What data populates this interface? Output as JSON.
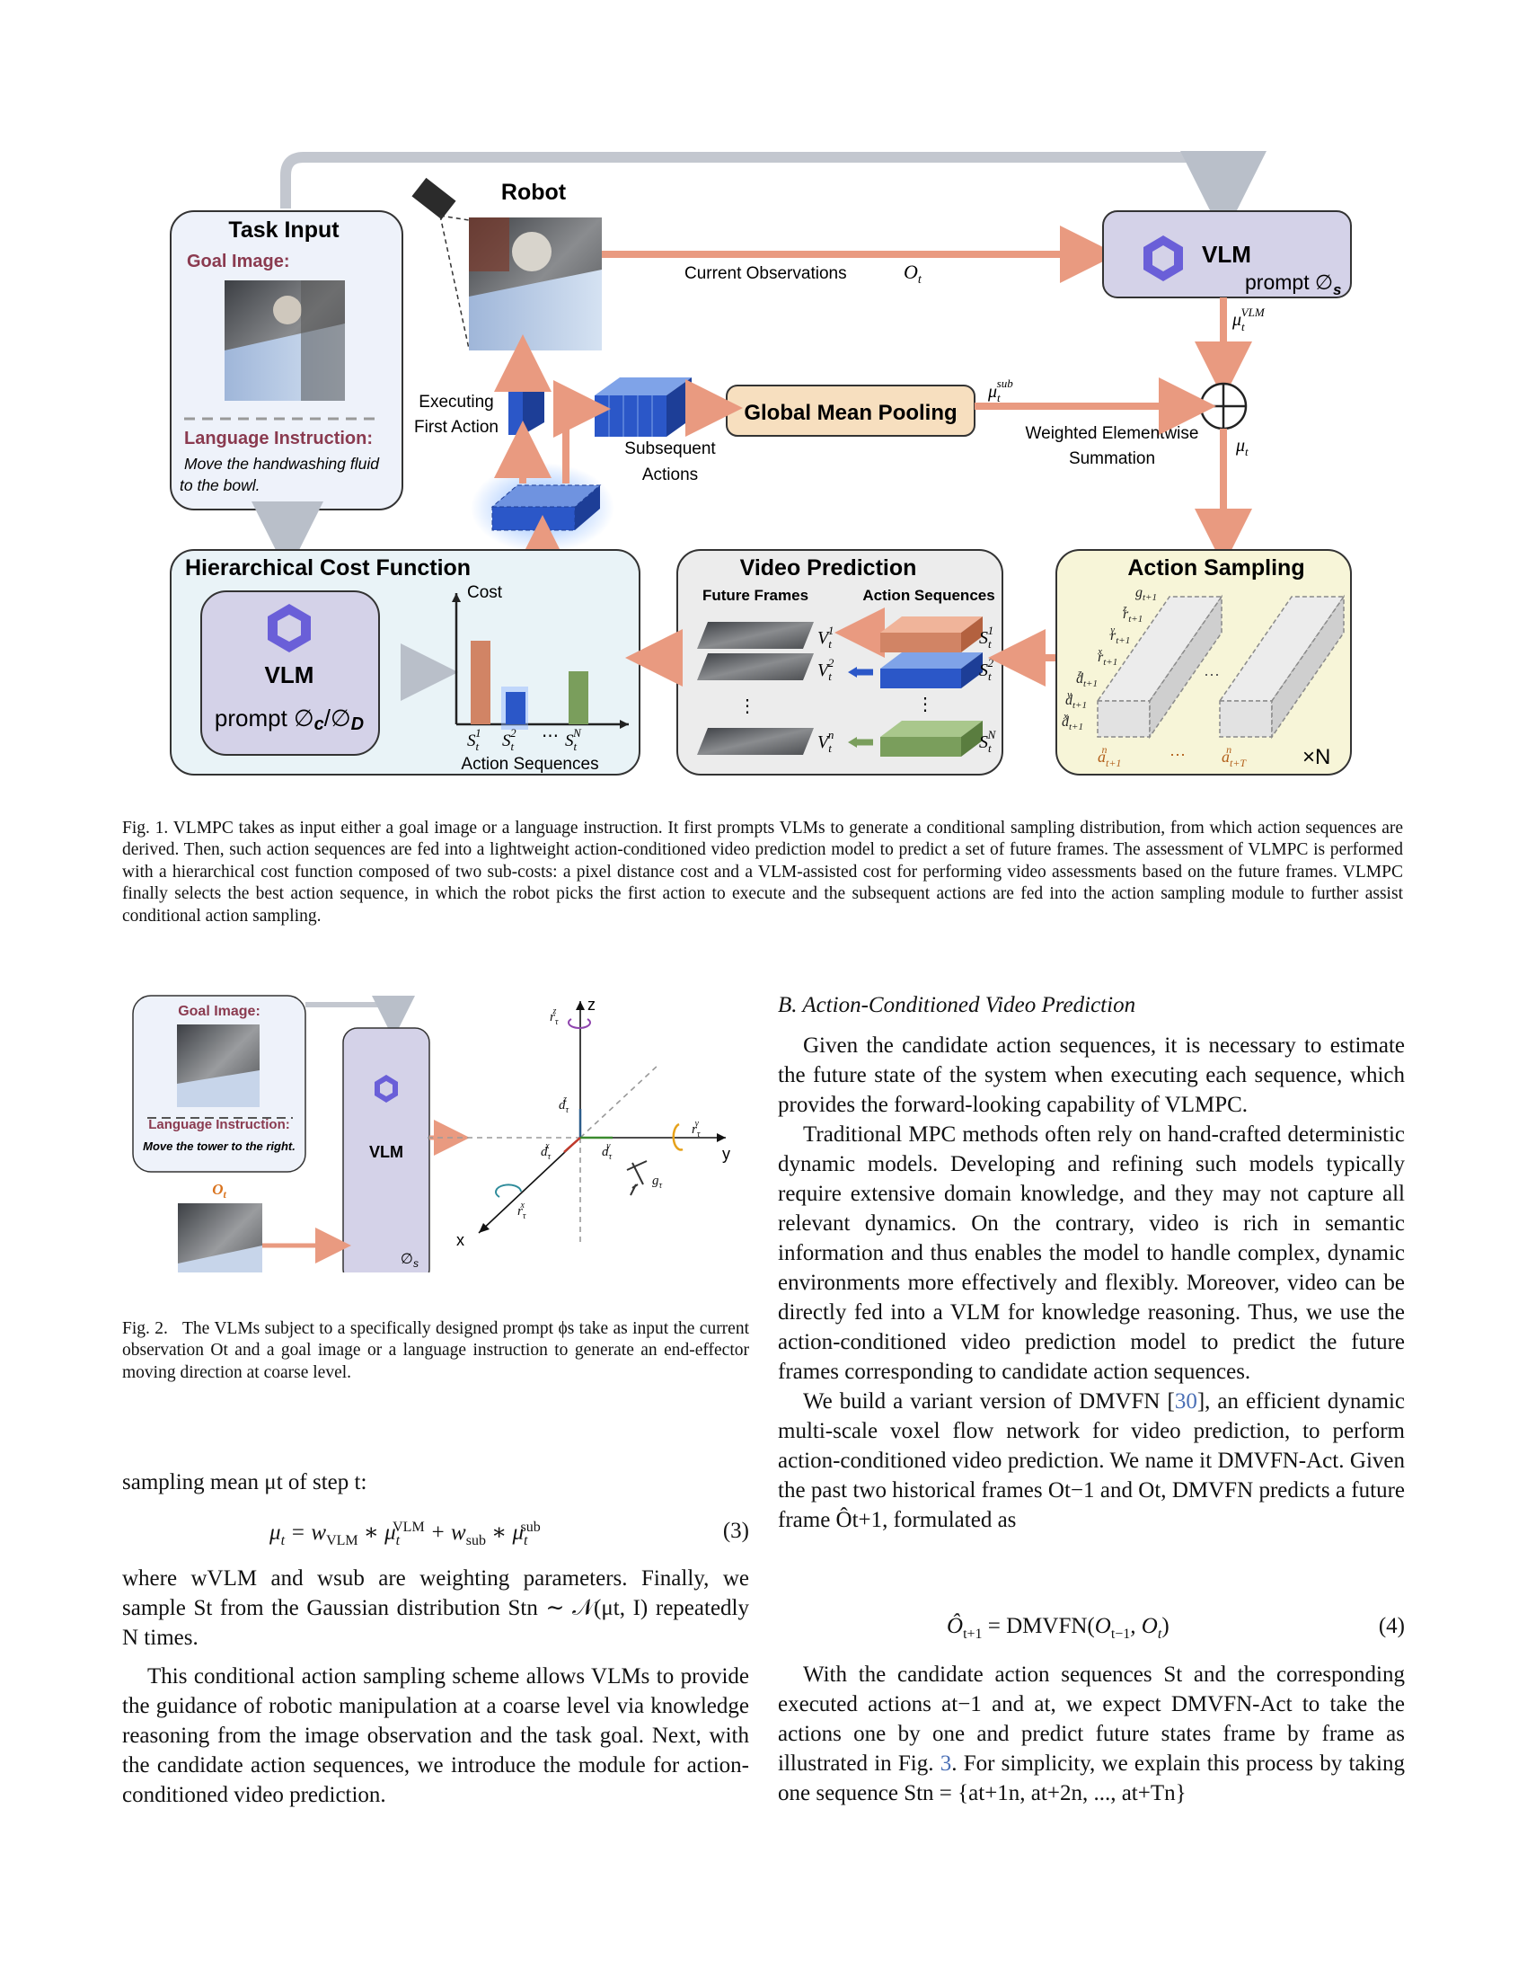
{
  "fig1": {
    "robot": "Robot",
    "task_input": "Task Input",
    "goal_image": "Goal Image:",
    "language_instruction": "Language Instruction:",
    "instruction_line1": "Move the handwashing fluid",
    "instruction_line2": "to the bowl.",
    "current_observations": "Current Observations",
    "vlm": "VLM",
    "prompt_s": "prompt ∅",
    "prompt_s_sub": "s",
    "executing_line1": "Executing",
    "executing_line2": "First Action",
    "subsequent_line1": "Subsequent",
    "subsequent_line2": "Actions",
    "global_mean_pooling": "Global Mean Pooling",
    "weighted_line1": "Weighted Elementwise",
    "weighted_line2": "Summation",
    "hierarchical_cost": "Hierarchical Cost Function",
    "cost": "Cost",
    "action_sequences": "Action Sequences",
    "prompt_cd": "prompt ∅",
    "video_prediction": "Video Prediction",
    "future_frames": "Future Frames",
    "action_sequences_col": "Action Sequences",
    "action_sampling": "Action Sampling",
    "times_n": "×N"
  },
  "fig1_caption": "Fig. 1.   VLMPC takes as input either a goal image or a language instruction. It first prompts VLMs to generate a conditional sampling distribution, from which action sequences are derived. Then, such action sequences are fed into a lightweight action-conditioned video prediction model to predict a set of future frames. The assessment of VLMPC is performed with a hierarchical cost function composed of two sub-costs: a pixel distance cost and a VLM-assisted cost for performing video assessments based on the future frames. VLMPC finally selects the best action sequence, in which the robot picks the first action to execute and the subsequent actions are fed into the action sampling module to further assist conditional action sampling.",
  "fig2": {
    "goal_image": "Goal Image:",
    "language_instruction": "Language Instruction:",
    "instruction": "Move the tower to the right.",
    "vlm": "VLM",
    "axis_x": "x",
    "axis_y": "y",
    "axis_z": "z"
  },
  "fig2_caption_prefix": "Fig. 2.",
  "fig2_caption": "The VLMs subject to a specifically designed prompt ϕs take as input the current observation Ot and a goal image or a language instruction to generate an end-effector moving direction at coarse level.",
  "left": {
    "p1": "sampling mean μt of step t:",
    "eq3_num": "(3)",
    "p2": "where wVLM and wsub are weighting parameters. Finally, we sample St from the Gaussian distribution Stn ∼ 𝒩(μt, I) repeatedly N times.",
    "p3": "This conditional action sampling scheme allows VLMs to provide the guidance of robotic manipulation at a coarse level via knowledge reasoning from the image observation and the task goal. Next, with the candidate action sequences, we introduce the module for action-conditioned video prediction."
  },
  "right": {
    "section": "B.  Action-Conditioned Video Prediction",
    "p1": "Given the candidate action sequences, it is necessary to estimate the future state of the system when executing each sequence, which provides the forward-looking capability of VLMPC.",
    "p2": "Traditional MPC methods often rely on hand-crafted deterministic dynamic models. Developing and refining such models typically require extensive domain knowledge, and they may not capture all relevant dynamics. On the contrary, video is rich in semantic information and thus enables the model to handle complex, dynamic environments more effectively and flexibly. Moreover, video can be directly fed into a VLM for knowledge reasoning. Thus, we use the action-conditioned video prediction model to predict the future frames corresponding to candidate action sequences.",
    "p3a": "We build a variant version of DMVFN [",
    "p3ref": "30",
    "p3b": "], an efficient dynamic multi-scale voxel flow network for video prediction, to perform action-conditioned video prediction. We name it DMVFN-Act. Given the past two historical frames Ot−1 and Ot, DMVFN predicts a future frame Ôt+1, formulated as",
    "eq4_num": "(4)",
    "p4a": "With the candidate action sequences St and the corresponding executed actions at−1 and at, we expect DMVFN-Act to take the actions one by one and predict future states frame by frame as illustrated in Fig. ",
    "p4ref": "3",
    "p4b": ". For simplicity, we explain this process by taking one sequence Stn = {at+1n, at+2n, ..., at+Tn}"
  }
}
